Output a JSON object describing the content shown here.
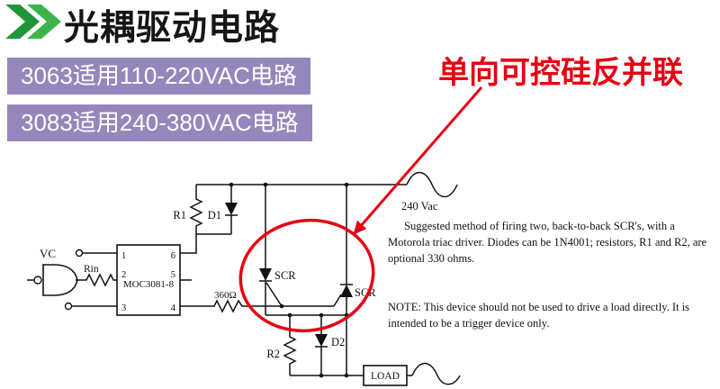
{
  "colors": {
    "green": "#3bb54a",
    "green_dark": "#1f9638",
    "purple": "#9587bb",
    "red": "#e60012",
    "ink": "#111111"
  },
  "header": {
    "title": "光耦驱动电路"
  },
  "banners": [
    {
      "label": "3063适用110-220VAC电路"
    },
    {
      "label": "3083适用240-380VAC电路"
    }
  ],
  "callout": {
    "label": "单向可控硅反并联"
  },
  "circuit": {
    "supply_label": "240 Vac",
    "vc_label": "VC",
    "rin_label": "Rin",
    "ic_label": "MOC3081-8",
    "pins": {
      "p1": "1",
      "p2": "2",
      "p3": "3",
      "p4": "4",
      "p5": "5",
      "p6": "6"
    },
    "r1_label": "R1",
    "d1_label": "D1",
    "scr_left_label": "SCR",
    "scr_right_label": "SCR",
    "gate_resistor_label": "360Ω",
    "r2_label": "R2",
    "d2_label": "D2",
    "load_label": "LOAD"
  },
  "notes": {
    "suggested": "Suggested method of firing two, back-to-back SCR's, with a Motorola triac driver. Diodes can be 1N4001; resistors, R1 and R2, are optional 330 ohms.",
    "caution": "NOTE: This device should not be used to drive a load directly. It is intended to be a trigger device only."
  }
}
